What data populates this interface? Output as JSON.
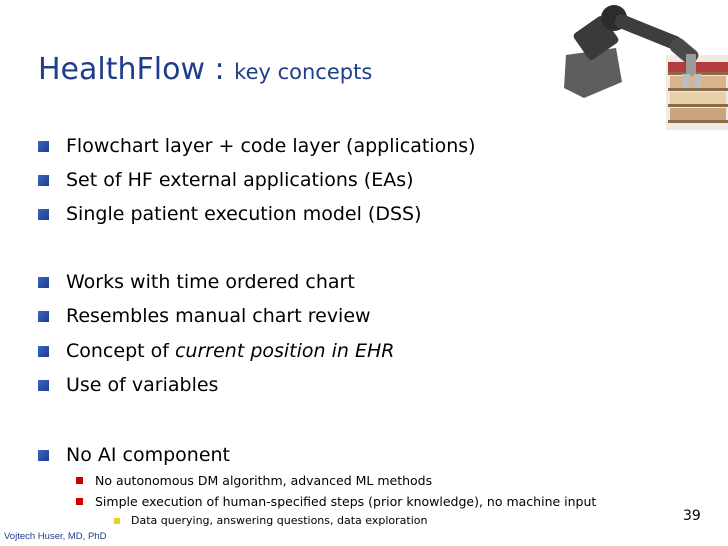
{
  "title": {
    "main": "HealthFlow : ",
    "sub": "key concepts"
  },
  "bullets_l1": [
    "Flowchart layer + code layer (applications)",
    "Set of HF external applications (EAs)",
    "Single patient execution model (DSS)",
    "Works with time ordered chart",
    "Resembles manual chart review"
  ],
  "bullet_concept": {
    "prefix": "Concept of ",
    "emphasis": "current position in EHR"
  },
  "bullet_variables": "Use of variables",
  "bullet_ai": "No AI component",
  "bullets_l2": [
    "No autonomous DM algorithm, advanced ML methods",
    "Simple execution of human-specified steps (prior knowledge), no machine input"
  ],
  "bullets_l3": [
    "Data querying, answering questions, data exploration"
  ],
  "footer": {
    "author": "Vojtech Huser, MD, PhD",
    "slide_number": "39"
  },
  "colors": {
    "title": "#1f3d8a",
    "bullet_l1": "#2a4fae",
    "bullet_l2": "#cc0000",
    "bullet_l3": "#e8d020"
  }
}
